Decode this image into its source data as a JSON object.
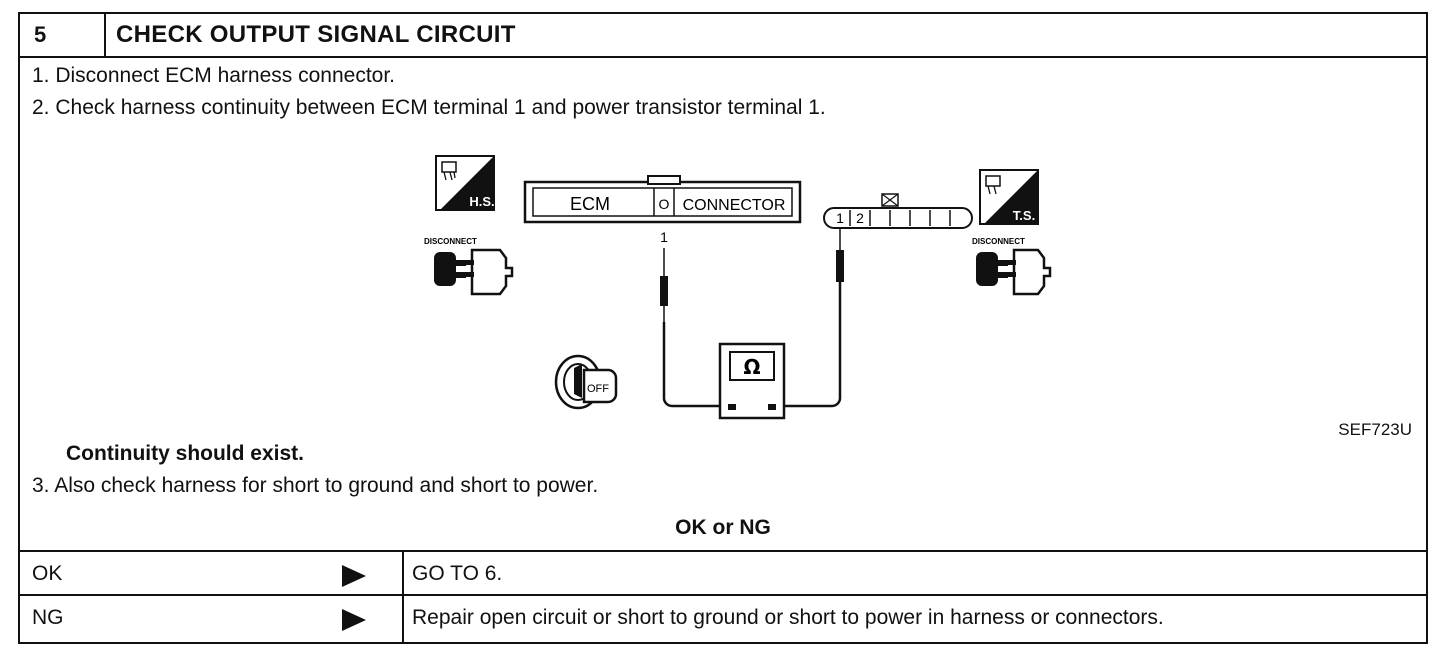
{
  "step": {
    "number": "5",
    "title": "CHECK OUTPUT SIGNAL CIRCUIT"
  },
  "instructions": {
    "line1": "1.  Disconnect ECM harness connector.",
    "line2": "2.  Check harness continuity between ECM terminal 1 and power transistor terminal 1.",
    "result": "Continuity should exist.",
    "line3": "3.  Also check harness for short to ground and short to power."
  },
  "diagram": {
    "ecm_label": "ECM",
    "pin_label": "O",
    "connector_label": "CONNECTOR",
    "ecm_terminal": "1",
    "pt_terminal_1": "1",
    "pt_terminal_2": "2",
    "hs_badge": "H.S.",
    "ts_badge": "T.S.",
    "disconnect_left": "DISCONNECT",
    "disconnect_right": "DISCONNECT",
    "ignition_label": "OFF",
    "meter_symbol": "Ω",
    "figure_code": "SEF723U"
  },
  "result_table": {
    "title": "OK or NG",
    "rows": [
      {
        "condition": "OK",
        "action": "GO TO 6."
      },
      {
        "condition": "NG",
        "action": "Repair open circuit or short to ground or short to power in harness or connectors."
      }
    ]
  }
}
